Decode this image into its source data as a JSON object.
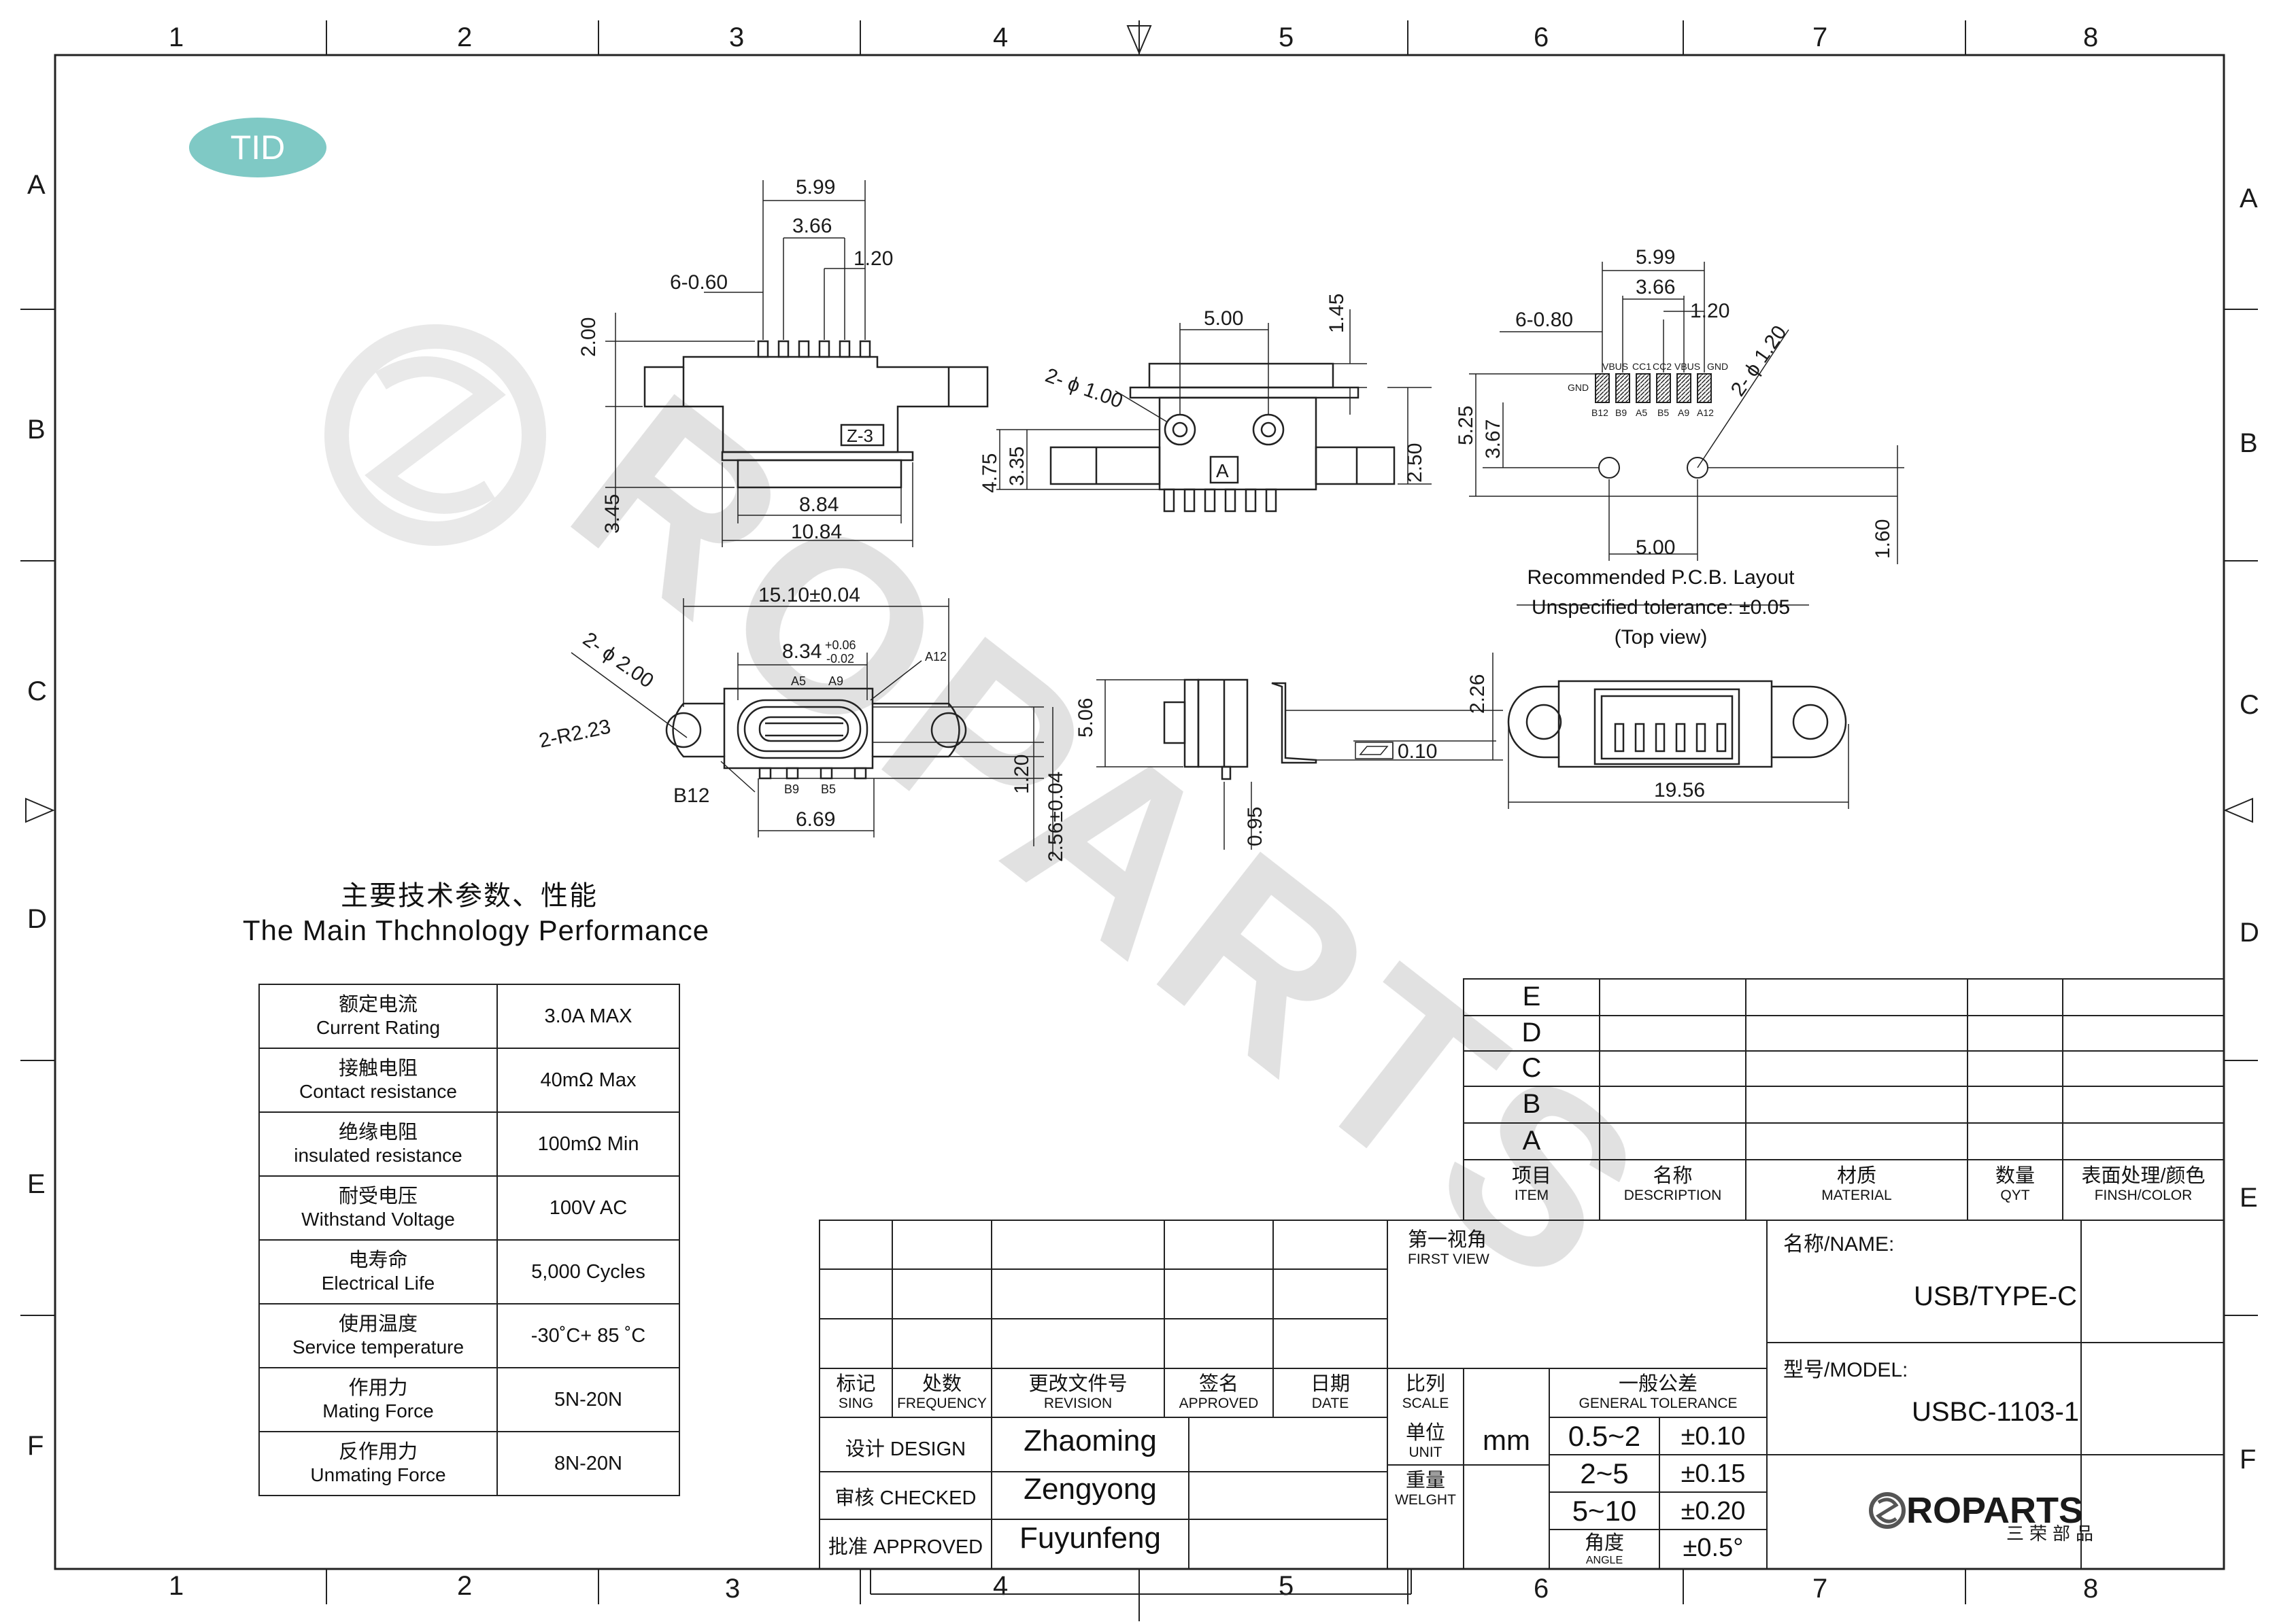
{
  "badge": {
    "label": "TID"
  },
  "frame": {
    "top_columns": [
      "1",
      "2",
      "3",
      "4",
      "5",
      "6",
      "7",
      "8"
    ],
    "bottom_columns": [
      "1",
      "2",
      "3",
      "4",
      "5",
      "6",
      "7",
      "8"
    ],
    "rows": [
      "A",
      "B",
      "C",
      "D",
      "E",
      "F"
    ]
  },
  "views": {
    "top_view": {
      "dims": [
        "5.99",
        "3.66",
        "1.20",
        "6-0.60",
        "2.00",
        "3.45",
        "8.84",
        "10.84"
      ],
      "marker": "Z-3"
    },
    "front_view": {
      "dims": [
        "5.00",
        "1.45",
        "2- ϕ 1.00",
        "4.75",
        "3.35",
        "2.50"
      ],
      "marker": "A"
    },
    "pcb_layout": {
      "dims": [
        "5.99",
        "3.66",
        "1.20",
        "6-0.80",
        "2- ϕ 1.20",
        "5.25",
        "3.67",
        "5.00",
        "1.60"
      ],
      "pins_top": [
        "VBUS",
        "CC1",
        "CC2",
        "VBUS",
        "GND"
      ],
      "pin_gnd_left": "GND",
      "pins_bottom": [
        "B12",
        "B9",
        "A5",
        "B5",
        "A9",
        "A12"
      ],
      "note_title": "Recommended P.C.B. Layout",
      "note_tol": "Unspecified tolerance: ±0.05",
      "note_view": "(Top view)"
    },
    "receptacle_view": {
      "dims": [
        "15.10±0.04",
        "8.34",
        "+0.06",
        "-0.02",
        "2- ϕ 2.00",
        "2-R2.23",
        "1.20",
        "6.69",
        "2.56±0.04"
      ],
      "pins": [
        "A12",
        "A5",
        "A9",
        "B12",
        "B9",
        "B5"
      ]
    },
    "side_view": {
      "dims": [
        "5.06",
        "2.26",
        "0.10",
        "0.95"
      ]
    },
    "back_view": {
      "dims": [
        "19.56"
      ]
    }
  },
  "performance": {
    "title_cn": "主要技术参数、性能",
    "title_en": "The Main Thchnology Performance",
    "rows": [
      {
        "cn": "额定电流",
        "en": "Current Rating",
        "value": "3.0A MAX"
      },
      {
        "cn": "接触电阻",
        "en": "Contact resistance",
        "value": "40mΩ Max"
      },
      {
        "cn": "绝缘电阻",
        "en": "insulated resistance",
        "value": "100mΩ Min"
      },
      {
        "cn": "耐受电压",
        "en": "Withstand Voltage",
        "value": "100V AC"
      },
      {
        "cn": "电寿命",
        "en": "Electrical Life",
        "value": "5,000 Cycles"
      },
      {
        "cn": "使用温度",
        "en": "Service temperature",
        "value": "-30˚C+ 85 ˚C"
      },
      {
        "cn": "作用力",
        "en": "Mating Force",
        "value": "5N-20N"
      },
      {
        "cn": "反作用力",
        "en": "Unmating Force",
        "value": "8N-20N"
      }
    ]
  },
  "bom": {
    "rows": [
      "E",
      "D",
      "C",
      "B",
      "A"
    ],
    "headers": [
      {
        "cn": "项目",
        "en": "ITEM"
      },
      {
        "cn": "名称",
        "en": "DESCRIPTION"
      },
      {
        "cn": "材质",
        "en": "MATERIAL"
      },
      {
        "cn": "数量",
        "en": "QYT"
      },
      {
        "cn": "表面处理/颜色",
        "en": "FINSH/COLOR"
      }
    ]
  },
  "title_block": {
    "revision_headers": [
      {
        "cn": "标记",
        "en": "SING"
      },
      {
        "cn": "处数",
        "en": "FREQUENCY"
      },
      {
        "cn": "更改文件号",
        "en": "REVISION"
      },
      {
        "cn": "签名",
        "en": "APPROVED"
      },
      {
        "cn": "日期",
        "en": "DATE"
      }
    ],
    "first_view_cn": "第一视角",
    "first_view_en": "FIRST VIEW",
    "scale_cn": "比列",
    "scale_en": "SCALE",
    "unit_cn": "单位",
    "unit_en": "UNIT",
    "unit_value": "mm",
    "weight_cn": "重量",
    "weight_en": "WELGHT",
    "tol_cn": "一般公差",
    "tol_en": "GENERAL TOLERANCE",
    "tolerances": [
      {
        "range": "0.5~2",
        "value": "±0.10"
      },
      {
        "range": "2~5",
        "value": "±0.15"
      },
      {
        "range": "5~10",
        "value": "±0.20"
      }
    ],
    "angle_cn": "角度",
    "angle_en": "ANGLE",
    "angle_value": "±0.5°",
    "design_label": "设计 DESIGN",
    "design_name": "Zhaoming",
    "checked_label": "审核 CHECKED",
    "checked_name": "Zengyong",
    "approved_label": "批准 APPROVED",
    "approved_name": "Fuyunfeng",
    "name_label": "名称/NAME:",
    "name_value": "USB/TYPE-C",
    "model_label": "型号/MODEL:",
    "model_value": "USBC-1103-1",
    "logo_text": "ROPARTS",
    "logo_cn": "三荣部品"
  },
  "watermark": {
    "text": "ROPARTS"
  }
}
